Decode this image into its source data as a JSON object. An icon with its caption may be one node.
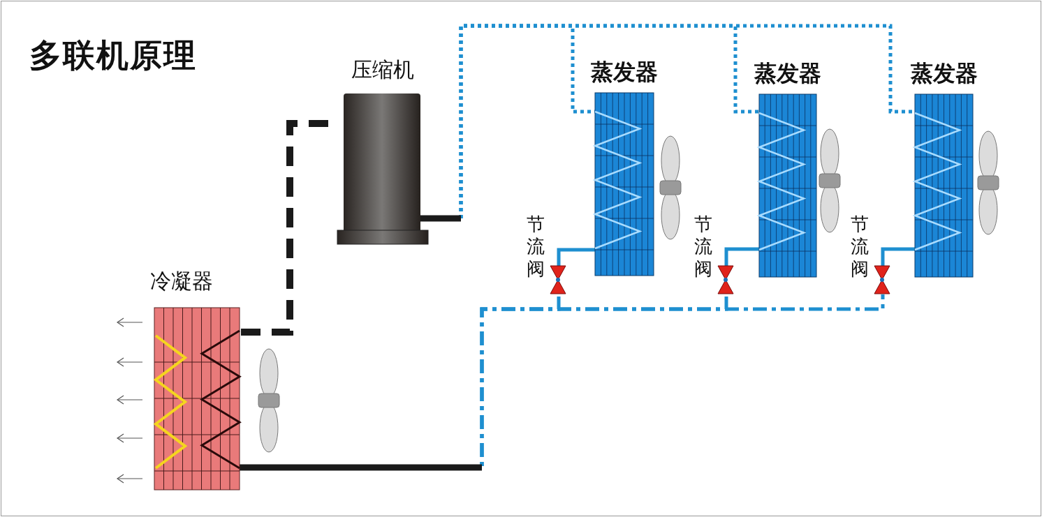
{
  "diagram": {
    "title": "多联机原理",
    "nodes": [
      {
        "text": [
          "压缩机"
        ]
      },
      {
        "text": [
          "冷凝器"
        ]
      },
      {
        "text": [
          "蒸发器"
        ]
      },
      {
        "text": [
          "蒸发器"
        ]
      },
      {
        "text": [
          "蒸发器"
        ]
      },
      {
        "text": [
          "节流阀"
        ]
      },
      {
        "text": [
          "节流阀"
        ]
      },
      {
        "text": [
          "节流阀"
        ]
      }
    ],
    "edges": [
      {
        "from": 1,
        "to": 0,
        "arrow": "none",
        "style": "dashed",
        "color": "#1a1a1a"
      },
      {
        "from": 0,
        "to": 2,
        "arrow": "none",
        "style": "dashed"
      },
      {
        "from": 0,
        "to": 3,
        "arrow": "none",
        "style": "dashed"
      },
      {
        "from": 0,
        "to": 4,
        "arrow": "none",
        "style": "dashed"
      },
      {
        "from": 5,
        "to": 2,
        "arrow": "none"
      },
      {
        "from": 6,
        "to": 3,
        "arrow": "none"
      },
      {
        "from": 7,
        "to": 4,
        "arrow": "none"
      },
      {
        "from": 1,
        "to": 5,
        "arrow": "none",
        "style": "dashed"
      },
      {
        "from": 1,
        "to": 6,
        "arrow": "none",
        "style": "dashed"
      },
      {
        "from": 1,
        "to": 7,
        "arrow": "none",
        "style": "dashed"
      }
    ]
  }
}
